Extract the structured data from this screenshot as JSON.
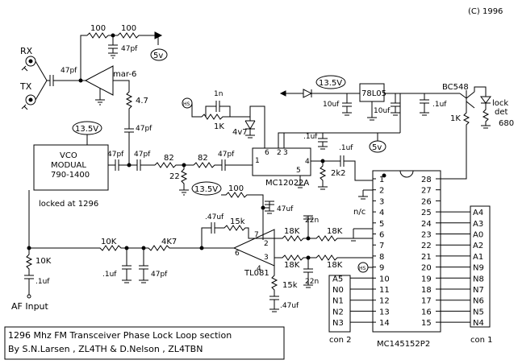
{
  "copyright": "(C) 1996",
  "labels": {
    "rx": "RX",
    "tx": "TX",
    "c_47pf_ant": "47pf",
    "r_100_a": "100",
    "r_100_b": "100",
    "c_47pf_top": "47pf",
    "v5_top": "5v",
    "amp": "mar-6",
    "r_47": "4.7",
    "c_47pf_mar": "47pf",
    "c_1n": "1n",
    "r_1k_vc": "1K",
    "zener": "4v7",
    "v135_vco": "13.5V",
    "vco_line1": "VCO",
    "vco_line2": "MODUAL",
    "vco_line3": "790-1400",
    "locked": "locked at 1296",
    "c_47pf_v1": "47pf",
    "c_47pf_v2": "47pf",
    "r_82_a": "82",
    "r_82_b": "82",
    "r_22": "22",
    "c_47pf_v3": "47pf",
    "presc": "MC12022A",
    "presc_p1": "1",
    "presc_p6": "6",
    "presc_p2": "2",
    "presc_p3": "3",
    "presc_p4": "4",
    "presc_p5": "5",
    "c_1uf_pre": ".1uf",
    "c_1uf_pre2": ".1uf",
    "r_2k2": "2k2",
    "v5_mid": "5v",
    "v135_reg": "13.5V",
    "reg": "78L05",
    "c_10uf_a": "10uf",
    "c_10uf_b": "10uf",
    "c_1uf_reg": ".1uf",
    "bc548": "BC548",
    "r_1k_q": "1K",
    "led": "lock det",
    "r_680": "680",
    "v135_op": "13.5V",
    "r_100_op": "100",
    "c_47uf_op": "47uf",
    "c_47uf_fb": ".47uf",
    "r_15k_fb": "15k",
    "opamp": "TL081",
    "op_p7": "7",
    "op_p2": "2",
    "op_p3": "3",
    "op_p6": "6",
    "op_p4": "4",
    "r_10k_f1": "10K",
    "r_4k7": "4K7",
    "c_1uf_f": ".1uf",
    "c_47pf_f": "47pf",
    "r_10k_in": "10K",
    "c_1uf_in": ".1uf",
    "af_input": "AF Input",
    "r_18k_1": "18K",
    "r_18k_2": "18K",
    "r_18k_3": "18K",
    "r_18k_4": "18K",
    "c_22n_a": "22n",
    "c_22n_b": "22n",
    "r_15k_b": "15k",
    "c_47uf_b": ".47uf",
    "nc": "n/c",
    "pll": "MC145152P2",
    "con1": "con 1",
    "con2": "con 2",
    "title1": "1296 Mhz FM Transceiver Phase Lock Loop section",
    "title2": "By S.N.Larsen   , ZL4TH    & D.Nelson  , ZL4TBN"
  },
  "pll_left_pins": [
    "1",
    "2",
    "3",
    "4",
    "5",
    "6",
    "7",
    "8",
    "9",
    "10",
    "11",
    "12",
    "13",
    "14"
  ],
  "pll_right_pins": [
    "28",
    "27",
    "26",
    "25",
    "24",
    "23",
    "22",
    "21",
    "20",
    "19",
    "18",
    "17",
    "16",
    "15"
  ],
  "con1_pins": [
    "A4",
    "A3",
    "A0",
    "A2",
    "A1",
    "N9",
    "N8",
    "N7",
    "N6",
    "N5",
    "N4"
  ],
  "con2_pins": [
    "A5",
    "N0",
    "N1",
    "N2",
    "N3"
  ]
}
